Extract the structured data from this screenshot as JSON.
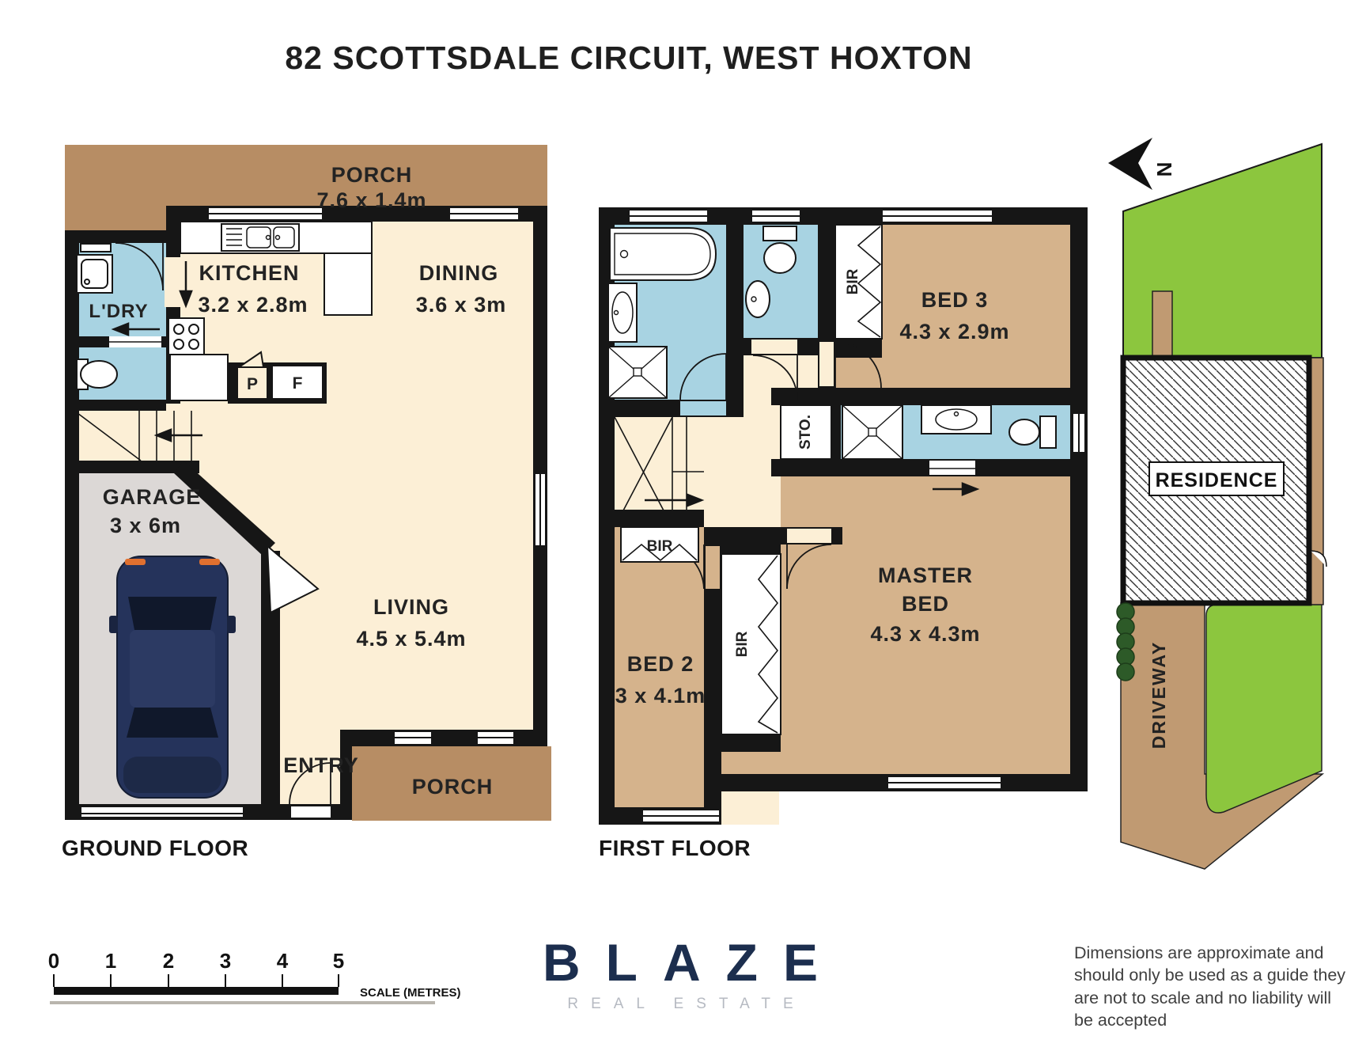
{
  "title": "82 SCOTTSDALE CIRCUIT, WEST HOXTON",
  "ground_floor": {
    "label": "GROUND FLOOR",
    "porch_top": {
      "name": "PORCH",
      "dims": "7.6 x 1.4m"
    },
    "kitchen": {
      "name": "KITCHEN",
      "dims": "3.2 x 2.8m"
    },
    "dining": {
      "name": "DINING",
      "dims": "3.6 x 3m"
    },
    "laundry": {
      "name": "L'DRY"
    },
    "garage": {
      "name": "GARAGE",
      "dims": "3 x 6m"
    },
    "living": {
      "name": "LIVING",
      "dims": "4.5 x 5.4m"
    },
    "entry": {
      "name": "ENTRY"
    },
    "porch_bottom": {
      "name": "PORCH"
    },
    "pantry": "P",
    "fridge": "F"
  },
  "first_floor": {
    "label": "FIRST FLOOR",
    "bed3": {
      "name": "BED 3",
      "dims": "4.3 x 2.9m"
    },
    "master": {
      "line1": "MASTER",
      "line2": "BED",
      "dims": "4.3 x 4.3m"
    },
    "bed2": {
      "name": "BED 2",
      "dims": "3 x 4.1m"
    },
    "bir_bed3": "BIR",
    "bir_bed2": "BIR",
    "bir_master": "BIR",
    "storage": "STO."
  },
  "site": {
    "north": "N",
    "residence": "RESIDENCE",
    "driveway": "DRIVEWAY"
  },
  "scale": {
    "ticks": [
      "0",
      "1",
      "2",
      "3",
      "4",
      "5"
    ],
    "label": "SCALE (METRES)"
  },
  "brand": {
    "name": "BLAZE",
    "tagline": "REAL ESTATE"
  },
  "disclaimer": "Dimensions are approximate and should only be used as a guide they are not to scale and no liability will be accepted",
  "colors": {
    "porch": "#b78d64",
    "bedroom": "#d5b38c",
    "interior": "#fcefd6",
    "wet": "#a8d3e2",
    "garage": "#dcd8d6",
    "wall": "#161616",
    "grass": "#8cc63e",
    "tree": "#2d5a28",
    "driveway": "#c09a72",
    "brand_navy": "#1c2e4e"
  }
}
